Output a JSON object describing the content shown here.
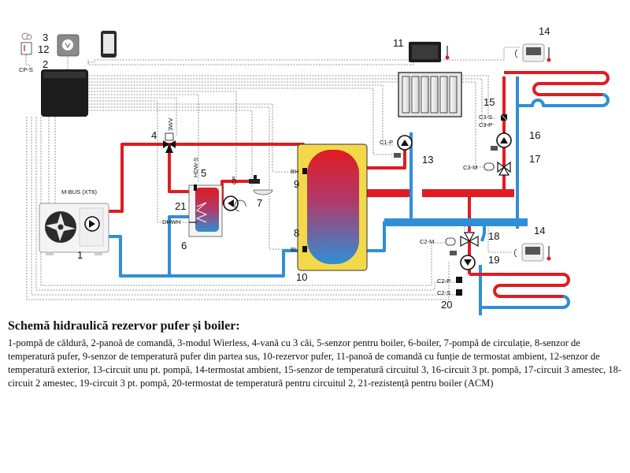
{
  "diagram": {
    "numbers": [
      "1",
      "2",
      "3",
      "4",
      "5",
      "6",
      "7",
      "8",
      "9",
      "10",
      "11",
      "12",
      "13",
      "14",
      "15",
      "16",
      "17",
      "18",
      "19",
      "20",
      "21"
    ],
    "labels": {
      "cps": "CP-S",
      "threewv": "3WV",
      "hdws": "HDW-S",
      "cp": "CP",
      "dhwh": "DHWH",
      "mbus": "M-BUS (XT6)",
      "bh": "BH",
      "bl": "BL",
      "c1p": "C1-P",
      "c3s": "C3-S",
      "c3p": "C3-P",
      "c3m": "C3-M",
      "c2m": "C2-M",
      "c2p": "C2-P",
      "c2s": "C2-S"
    }
  },
  "caption": {
    "title": "Schemă hidraulică rezervor pufer și boiler:",
    "text": "1-pompă de căldură, 2-panoă de comandă, 3-modul Wierless, 4-vană cu 3 căi, 5-senzor pentru boiler, 6-boiler, 7-pompă de circulație, 8-senzor de temperatură pufer, 9-senzor de temperatură pufer din partea sus, 10-rezervor pufer, 11-panoă de comandă cu funție de termostat ambient, 12-senzor de temperatură exterior, 13-circuit unu pt. pompă, 14-termostat ambient, 15-senzor de temperatură circuitul 3, 16-circuit 3 pt. pompă, 17-circuit 3 amestec, 18-circuit 2 amestec, 19-circuit 3 pt. pompă, 20-termostat de temperatură pentru circuitul 2, 21-rezistență pentru boiler (ACM)"
  },
  "colors": {
    "hot": "#e01b22",
    "cold": "#2f8fd6",
    "tank_shell": "#f3d94a",
    "panel": "#1c1c1c"
  }
}
